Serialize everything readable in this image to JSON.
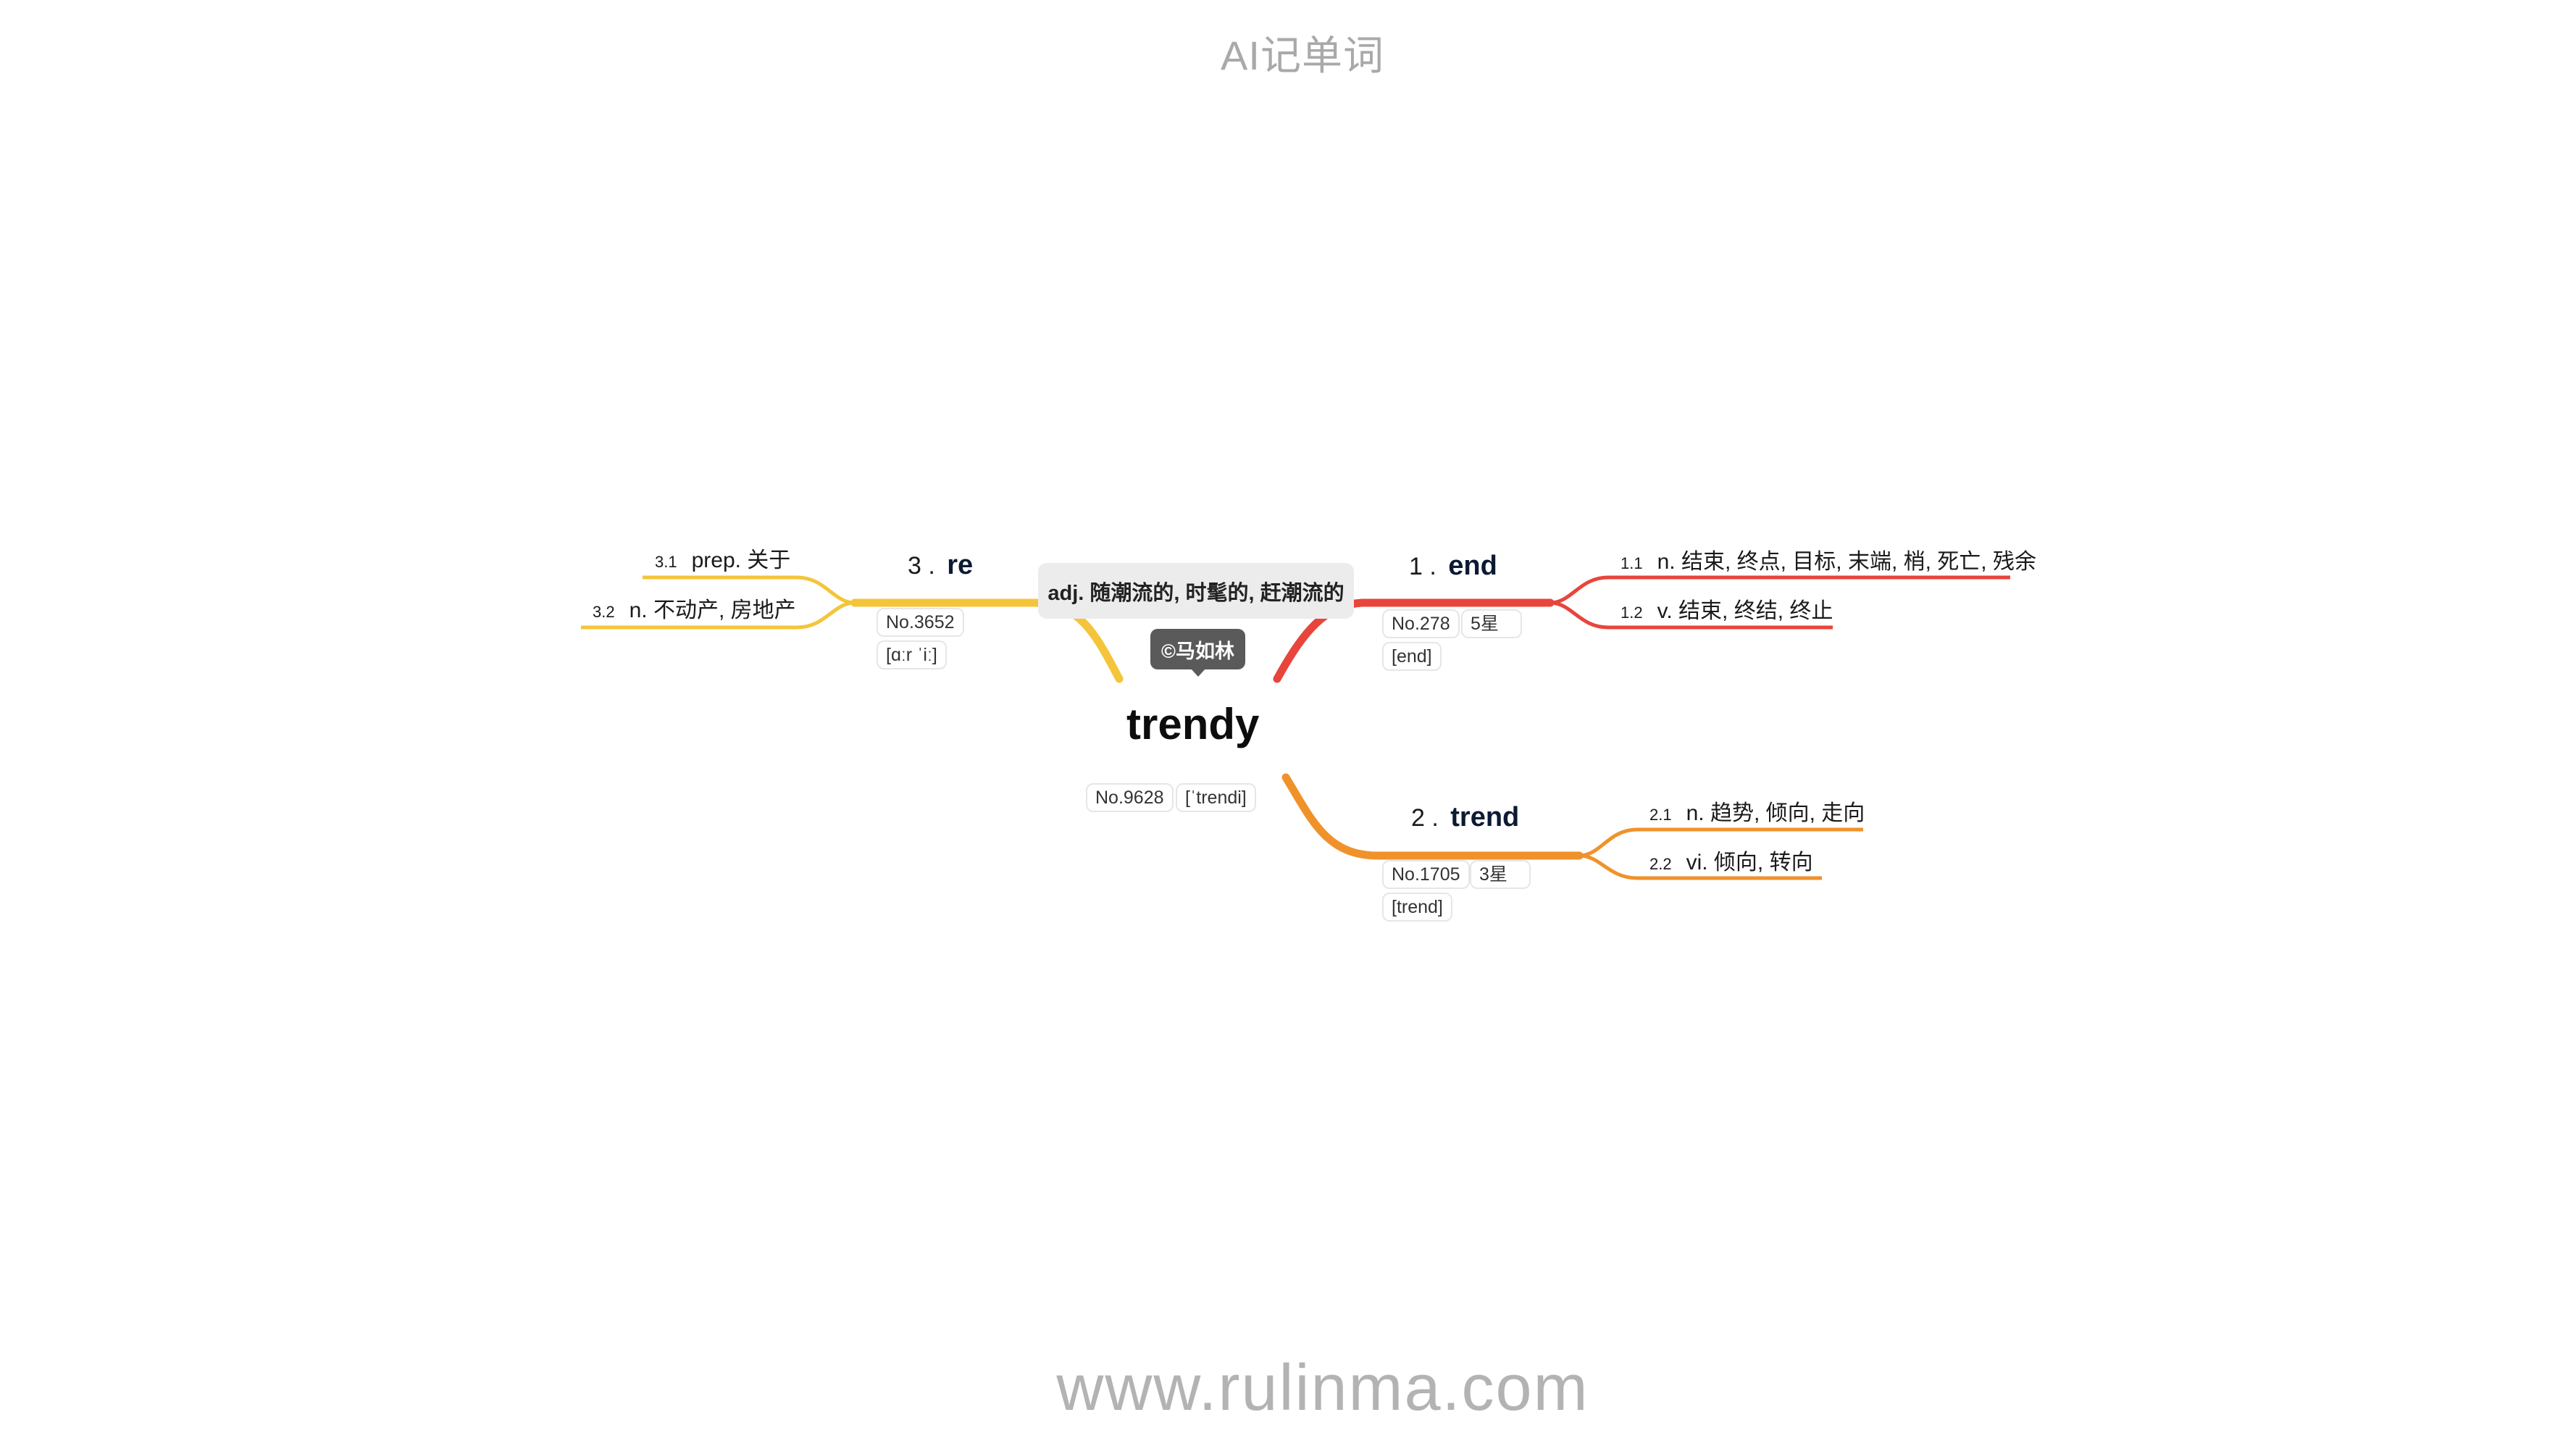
{
  "header": "AI记单词",
  "footer": "www.rulinma.com",
  "center": {
    "word": "trendy",
    "definition": "adj. 随潮流的, 时髦的, 赶潮流的",
    "author": "©马如林",
    "rank": "No.9628",
    "phonetic": "[ˈtrendi]"
  },
  "colors": {
    "branch1": "#e8453c",
    "branch2": "#f0922b",
    "branch3": "#f4c53a"
  },
  "branches": [
    {
      "number": "1 .",
      "word": "end",
      "rank": "No.278",
      "stars": "5星",
      "phonetic": "[end]",
      "leaves": [
        {
          "index": "1.1",
          "text": "n. 结束, 终点, 目标, 末端, 梢, 死亡, 残余"
        },
        {
          "index": "1.2",
          "text": "v. 结束, 终结, 终止"
        }
      ]
    },
    {
      "number": "2 .",
      "word": "trend",
      "rank": "No.1705",
      "stars": "3星",
      "phonetic": "[trend]",
      "leaves": [
        {
          "index": "2.1",
          "text": "n. 趋势, 倾向, 走向"
        },
        {
          "index": "2.2",
          "text": "vi. 倾向, 转向"
        }
      ]
    },
    {
      "number": "3 .",
      "word": "re",
      "rank": "No.3652",
      "phonetic": "[ɑːr ˈiː]",
      "leaves": [
        {
          "index": "3.1",
          "text": "prep. 关于"
        },
        {
          "index": "3.2",
          "text": "n. 不动产, 房地产"
        }
      ]
    }
  ]
}
